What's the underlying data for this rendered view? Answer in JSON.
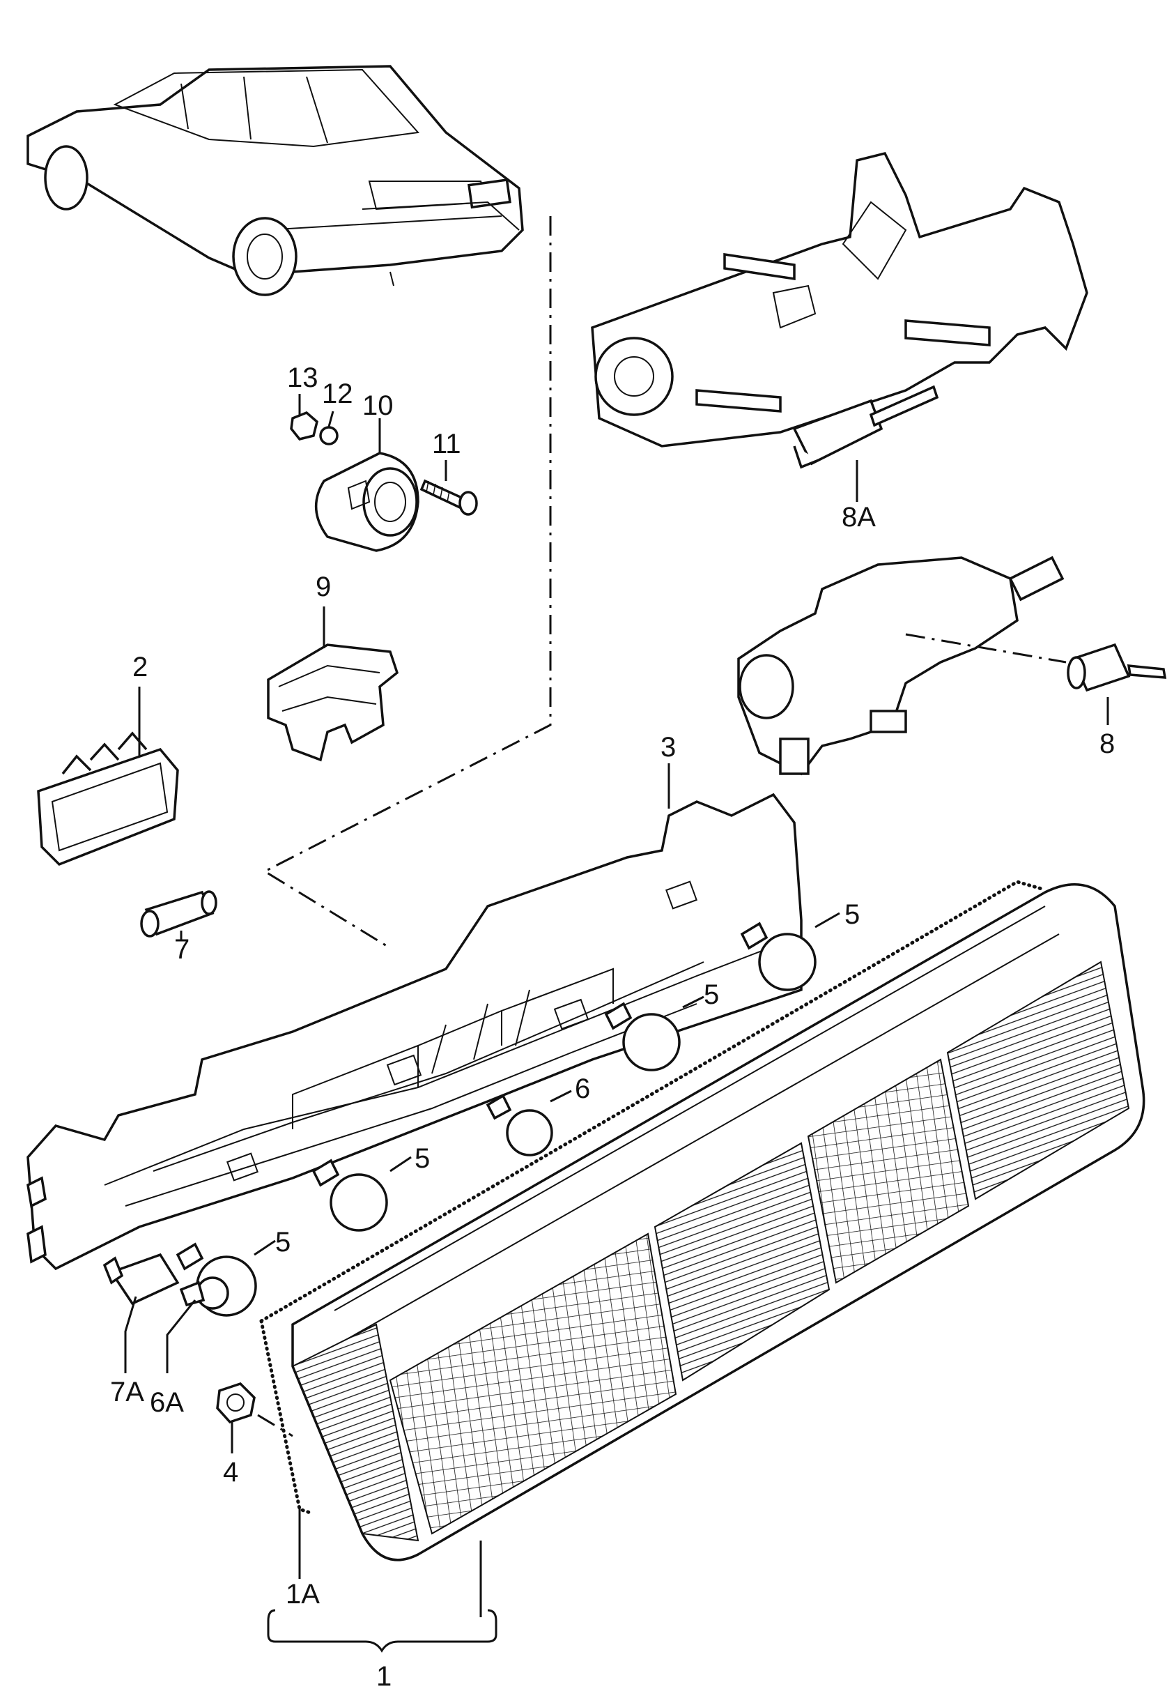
{
  "callouts": {
    "c1": "1",
    "c1A": "1A",
    "c2": "2",
    "c3": "3",
    "c4": "4",
    "c5a": "5",
    "c5b": "5",
    "c5c": "5",
    "c5d": "5",
    "c6": "6",
    "c6A": "6A",
    "c7": "7",
    "c7A": "7A",
    "c8": "8",
    "c8A": "8A",
    "c9": "9",
    "c10": "10",
    "c11": "11",
    "c12": "12",
    "c13": "13"
  }
}
